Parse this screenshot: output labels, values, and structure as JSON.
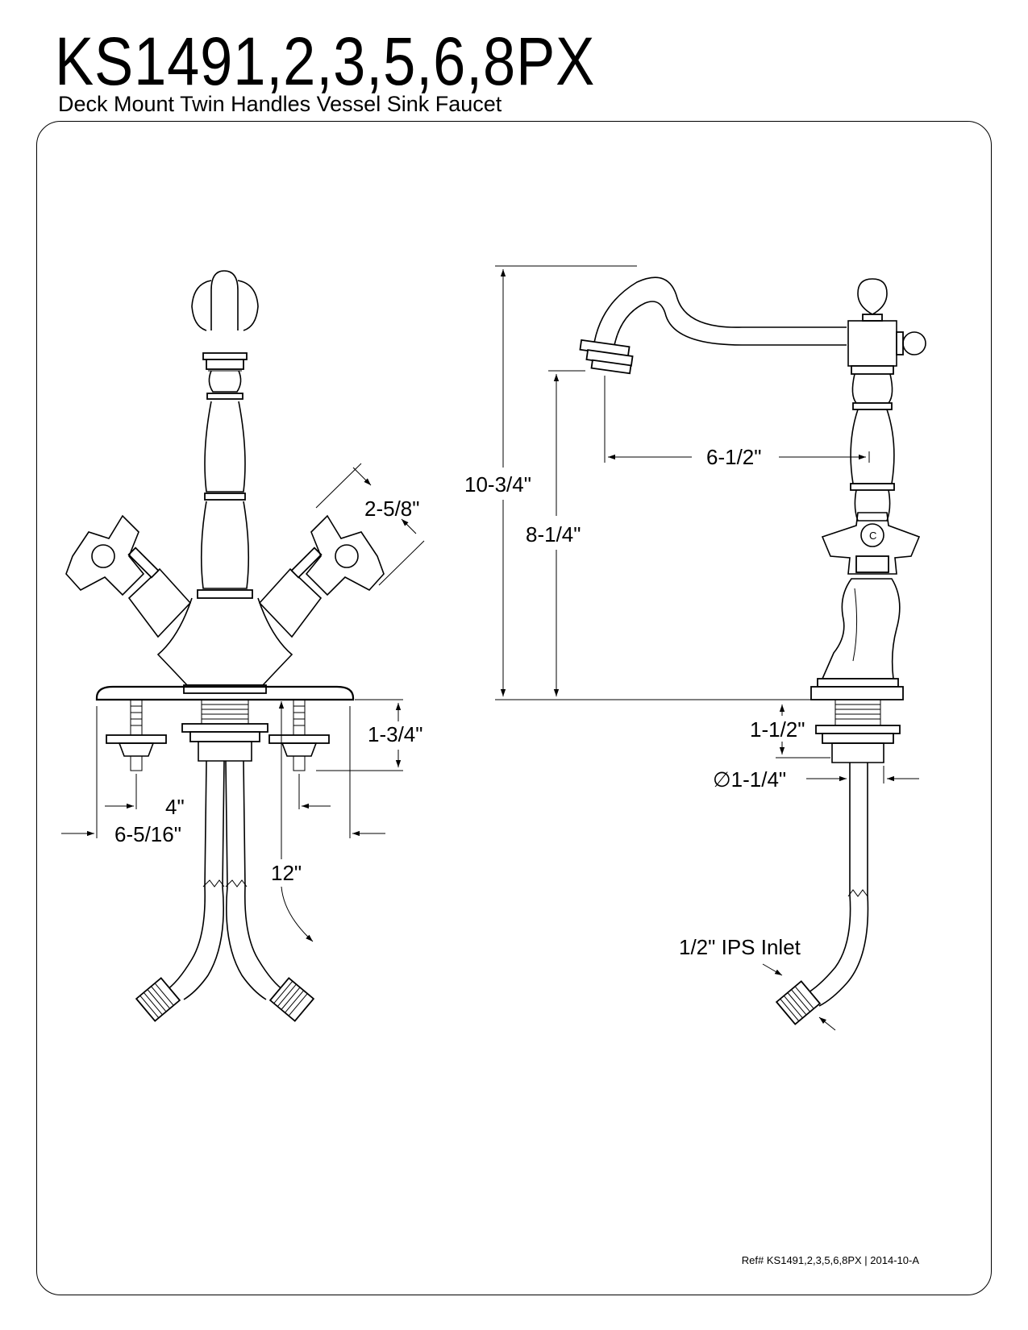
{
  "header": {
    "title": "KS1491,2,3,5,6,8PX",
    "subtitle": "Deck Mount Twin Handles Vessel Sink Faucet"
  },
  "front_view": {
    "handle_height": "2-5/8\"",
    "shank_length": "1-3/4\"",
    "center_spacing": "4\"",
    "plate_width": "6-5/16\"",
    "hose_length": "12\""
  },
  "side_view": {
    "total_height": "10-3/4\"",
    "spout_height": "8-1/4\"",
    "spout_reach": "6-1/2\"",
    "deck_thickness": "1-1/2\"",
    "hole_diameter": "∅1-1/4\"",
    "inlet": "1/2\" IPS Inlet",
    "cap_letter": "C"
  },
  "footer": {
    "reference": "Ref# KS1491,2,3,5,6,8PX | 2014-10-A"
  }
}
